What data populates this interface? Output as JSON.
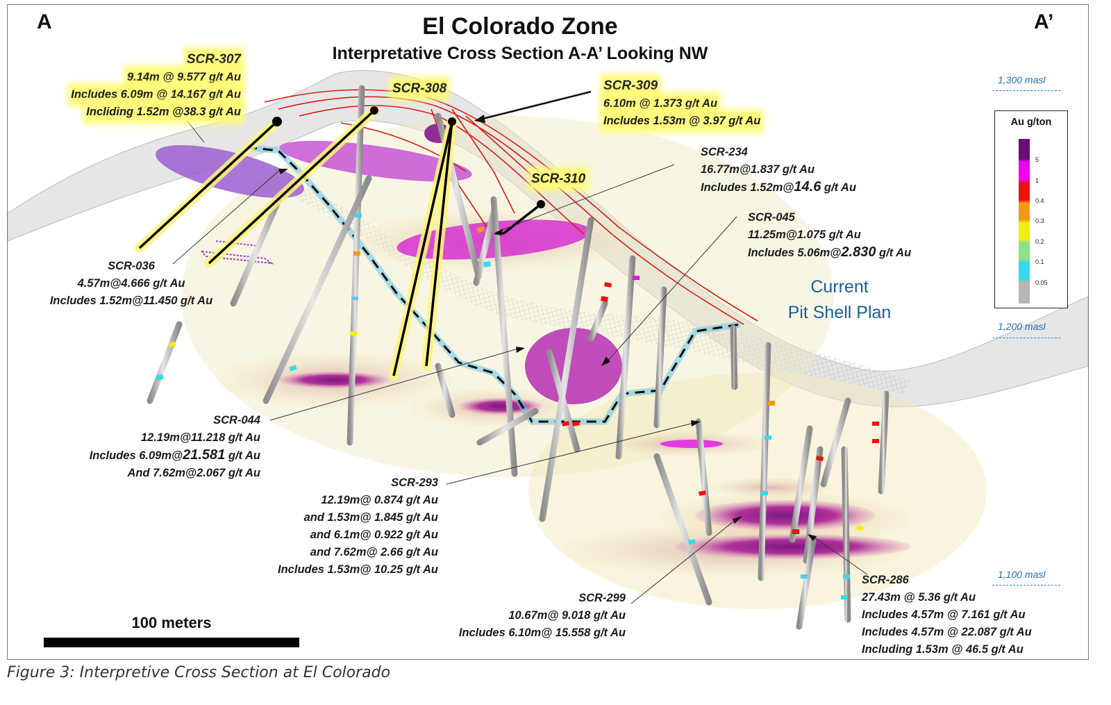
{
  "corners": {
    "left": "A",
    "right": "A’"
  },
  "title": "El Colorado Zone",
  "subtitle": "Interpretative Cross Section A-A’  Looking NW",
  "drillholes": {
    "scr307": {
      "name": "SCR-307",
      "lines": [
        "9.14m @ 9.577 g/t Au",
        "Includes 6.09m @ 14.167 g/t Au",
        "Incliding 1.52m @38.3 g/t Au"
      ]
    },
    "scr308": {
      "name": "SCR-308"
    },
    "scr309": {
      "name": "SCR-309",
      "lines": [
        "6.10m @ 1.373 g/t Au",
        "Includes 1.53m @ 3.97 g/t Au"
      ]
    },
    "scr310": {
      "name": "SCR-310"
    },
    "scr234": {
      "name": "SCR-234",
      "line1": "16.77m@1.837 g/t Au",
      "line2_pre": "Includes 1.52m@",
      "line2_big": "14.6",
      "line2_post": " g/t Au"
    },
    "scr045": {
      "name": "SCR-045",
      "line1": "11.25m@1.075 g/t Au",
      "line2_pre": "Includes 5.06m@",
      "line2_big": "2.830",
      "line2_post": " g/t Au"
    },
    "scr036": {
      "name": "SCR-036",
      "lines": [
        "4.57m@4.666 g/t Au",
        "Includes 1.52m@11.450 g/t Au"
      ]
    },
    "scr044": {
      "name": "SCR-044",
      "line1": "12.19m@11.218 g/t Au",
      "line2_pre": "Includes 6.09m@",
      "line2_big": "21.581",
      "line2_post": " g/t Au",
      "line3": "And 7.62m@2.067 g/t Au"
    },
    "scr293": {
      "name": "SCR-293",
      "lines": [
        "12.19m@ 0.874 g/t Au",
        "and 1.53m@ 1.845 g/t Au",
        "and 6.1m@ 0.922 g/t Au",
        "and 7.62m@ 2.66 g/t Au",
        "Includes 1.53m@ 10.25 g/t Au"
      ]
    },
    "scr299": {
      "name": "SCR-299",
      "lines": [
        "10.67m@ 9.018 g/t Au",
        "Includes 6.10m@ 15.558 g/t Au"
      ]
    },
    "scr286": {
      "name": "SCR-286",
      "lines": [
        "27.43m @ 5.36 g/t Au",
        "Includes 4.57m @ 7.161 g/t Au",
        "Includes 4.57m @ 22.087 g/t Au",
        "Including 1.53m @ 46.5 g/t Au"
      ]
    }
  },
  "pit_shell": [
    "Current",
    "Pit Shell Plan"
  ],
  "elevations": [
    "1,300 masl",
    "1,200 masl",
    "1,100 masl"
  ],
  "legend": {
    "title": "Au g/ton",
    "ticks": [
      "5",
      "1",
      "0.4",
      "0.3",
      "0.2",
      "0.1",
      "0.05"
    ],
    "colors": [
      "#6a0f73",
      "#ee00ee",
      "#ee1111",
      "#f39a1a",
      "#f2ee10",
      "#8fe08a",
      "#38d8ee",
      "#b6b6b6"
    ]
  },
  "scale": {
    "label": "100 meters"
  },
  "caption": "Figure 3: Interpretive Cross Section at El Colorado"
}
